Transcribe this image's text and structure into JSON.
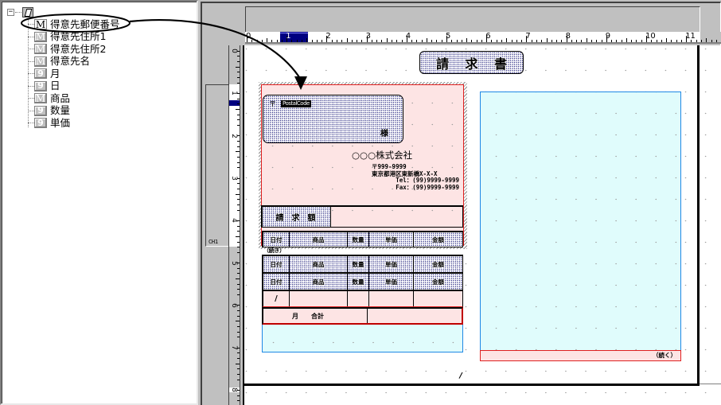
{
  "tree": {
    "root_expander": "−",
    "items": [
      {
        "type_icon": "M",
        "kind": "memo",
        "label": "得意先郵便番号",
        "active": true
      },
      {
        "type_icon": "M",
        "kind": "memo",
        "label": "得意先住所1",
        "active": false
      },
      {
        "type_icon": "M",
        "kind": "memo",
        "label": "得意先住所2",
        "active": false
      },
      {
        "type_icon": "M",
        "kind": "memo",
        "label": "得意先名",
        "active": false
      },
      {
        "type_icon": "9",
        "kind": "number",
        "label": "月",
        "active": false
      },
      {
        "type_icon": "9",
        "kind": "number",
        "label": "日",
        "active": false
      },
      {
        "type_icon": "M",
        "kind": "memo",
        "label": "商品",
        "active": false
      },
      {
        "type_icon": "9",
        "kind": "number",
        "label": "数量",
        "active": false
      },
      {
        "type_icon": "9",
        "kind": "number",
        "label": "単価",
        "active": false
      }
    ]
  },
  "ruler": {
    "horizontal_labels": [
      "0",
      "1",
      "2",
      "3",
      "4",
      "5",
      "6",
      "7",
      "8",
      "9",
      "10",
      "11"
    ],
    "vertical_labels": [
      "0",
      "1",
      "2",
      "3",
      "4",
      "5",
      "6",
      "7",
      "8"
    ],
    "channel_label": "CH1"
  },
  "form": {
    "title_chars": [
      "請",
      "求",
      "書"
    ],
    "address_postal_mark": "〒",
    "address_postal_field": "PostalCode",
    "address_honorific": "様",
    "company_name": "○○○株式会社",
    "company_postal": "〒999-9999",
    "company_address": "東京都港区東新橋X-X-X",
    "company_tel": "Tel：(99)9999-9999",
    "company_fax": "Fax：(99)9999-9999",
    "amount_label_chars": [
      "請",
      "求",
      "額"
    ],
    "table_headers": [
      "日付",
      "商品",
      "数量",
      "単価",
      "金額"
    ],
    "continued_from": "（続き）",
    "detail_date_sep": "/",
    "total_label_month": "月",
    "total_label_sum": "合計",
    "continued_to": "（続く）",
    "stray_mark": "/"
  },
  "colors": {
    "section_pink": "#fde4e4",
    "section_red_border": "#e02020",
    "section_cyan": "#e0fcfc",
    "section_blue_border": "#1e88e5",
    "ruler_selection": "#000080",
    "window_gray": "#c0c0c0"
  }
}
